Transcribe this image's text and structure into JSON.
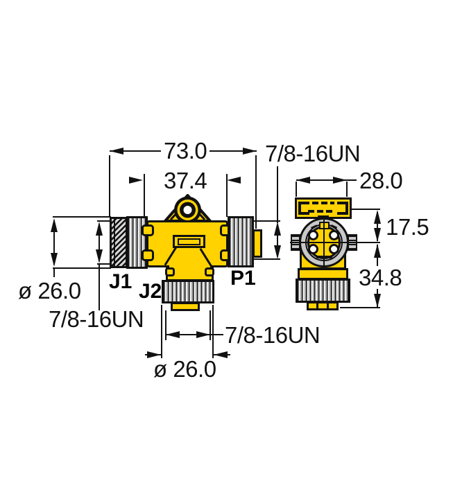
{
  "title": "T-splitter connector dimensional drawing",
  "colors": {
    "body_yellow": "#ffd200",
    "metal_gray": "#c9c9c9",
    "line_black": "#111111",
    "background": "#ffffff"
  },
  "side_view": {
    "dim_overall_length": "73.0",
    "dim_body_length": "37.4",
    "thread_right": "7/8-16UN",
    "dim_left_diameter": "ø 26.0",
    "thread_left": "7/8-16UN",
    "label_j1": "J1",
    "label_j2": "J2",
    "label_p1": "P1",
    "thread_bottom": "7/8-16UN",
    "dim_bottom_diameter": "ø 26.0"
  },
  "end_view": {
    "dim_width": "28.0",
    "dim_center_offset": "17.5",
    "dim_height": "34.8"
  }
}
